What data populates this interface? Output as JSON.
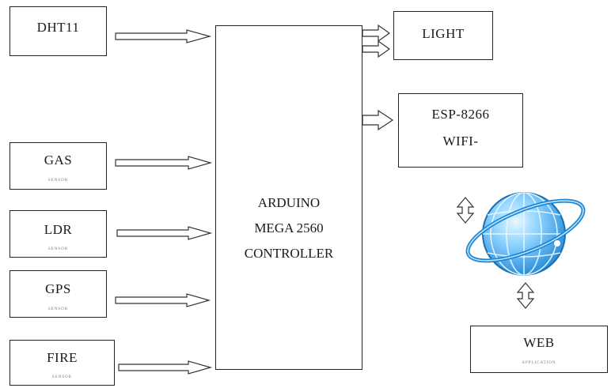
{
  "controller": {
    "lines": [
      "ARDUINO",
      "MEGA 2560",
      "CONTROLLER"
    ]
  },
  "inputs": [
    {
      "label": "DHT11"
    },
    {
      "label": "GAS",
      "sublabel": "SENSOR"
    },
    {
      "label": "LDR",
      "sublabel": "SENSOR"
    },
    {
      "label": "GPS",
      "sublabel": "SENSOR"
    },
    {
      "label": "FIRE",
      "sublabel": "SENSOR"
    }
  ],
  "outputs": {
    "light": {
      "label": "LIGHT"
    },
    "wifi": {
      "line1": "ESP-8266",
      "line2": "WIFI-"
    },
    "web": {
      "label": "WEB",
      "sublabel": "APPLICATION"
    }
  },
  "colors": {
    "stroke": "#222222",
    "globe_primary": "#1f86d6",
    "globe_light": "#8fd3ff"
  }
}
